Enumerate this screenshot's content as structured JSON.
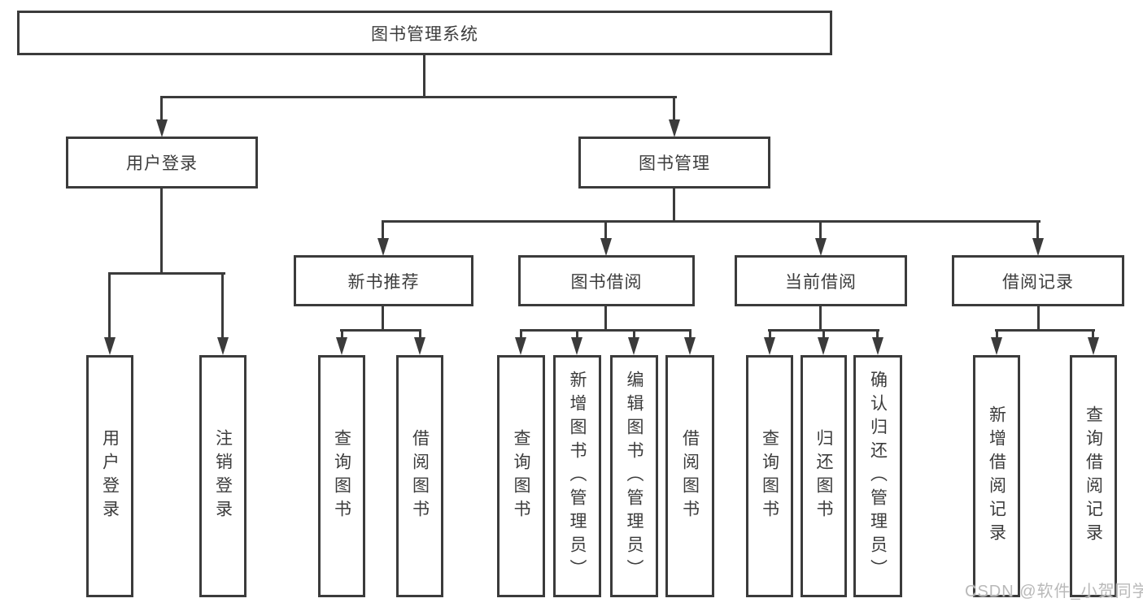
{
  "diagram": {
    "root": {
      "label": "图书管理系统"
    },
    "level2": [
      {
        "label": "用户登录",
        "children": [
          {
            "label": "用户登录"
          },
          {
            "label": "注销登录"
          }
        ]
      },
      {
        "label": "图书管理",
        "children": [
          {
            "label": "新书推荐",
            "children": [
              {
                "label": "查询图书"
              },
              {
                "label": "借阅图书"
              }
            ]
          },
          {
            "label": "图书借阅",
            "children": [
              {
                "label": "查询图书"
              },
              {
                "label": "新增图书（管理员）"
              },
              {
                "label": "编辑图书（管理员）"
              },
              {
                "label": "借阅图书"
              }
            ]
          },
          {
            "label": "当前借阅",
            "children": [
              {
                "label": "查询图书"
              },
              {
                "label": "归还图书"
              },
              {
                "label": "确认归还（管理员）"
              }
            ]
          },
          {
            "label": "借阅记录",
            "children": [
              {
                "label": "新增借阅记录"
              },
              {
                "label": "查询借阅记录"
              }
            ]
          }
        ]
      }
    ]
  },
  "watermark": {
    "text": "CSDN @软件_小贺同学"
  },
  "colors": {
    "line": "#3b3b3b",
    "box_border": "#3b3b3b",
    "text": "#3c3c3c",
    "background": "#ffffff",
    "watermark_text": "#b9b9b9"
  }
}
